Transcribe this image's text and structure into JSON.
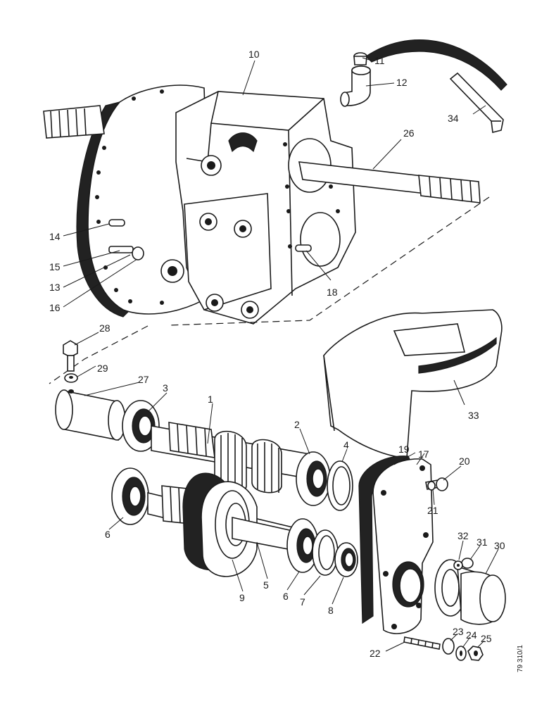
{
  "drawing": {
    "reference": "79 310/1"
  },
  "callouts": [
    {
      "num": "1"
    },
    {
      "num": "2"
    },
    {
      "num": "3"
    },
    {
      "num": "4"
    },
    {
      "num": "5"
    },
    {
      "num": "6"
    },
    {
      "num": "6"
    },
    {
      "num": "7"
    },
    {
      "num": "8"
    },
    {
      "num": "9"
    },
    {
      "num": "10"
    },
    {
      "num": "11"
    },
    {
      "num": "12"
    },
    {
      "num": "13"
    },
    {
      "num": "14"
    },
    {
      "num": "15"
    },
    {
      "num": "16"
    },
    {
      "num": "17"
    },
    {
      "num": "18"
    },
    {
      "num": "19"
    },
    {
      "num": "20"
    },
    {
      "num": "21"
    },
    {
      "num": "22"
    },
    {
      "num": "23"
    },
    {
      "num": "24"
    },
    {
      "num": "25"
    },
    {
      "num": "26"
    },
    {
      "num": "27"
    },
    {
      "num": "28"
    },
    {
      "num": "29"
    },
    {
      "num": "30"
    },
    {
      "num": "31"
    },
    {
      "num": "32"
    },
    {
      "num": "33"
    },
    {
      "num": "34"
    }
  ]
}
